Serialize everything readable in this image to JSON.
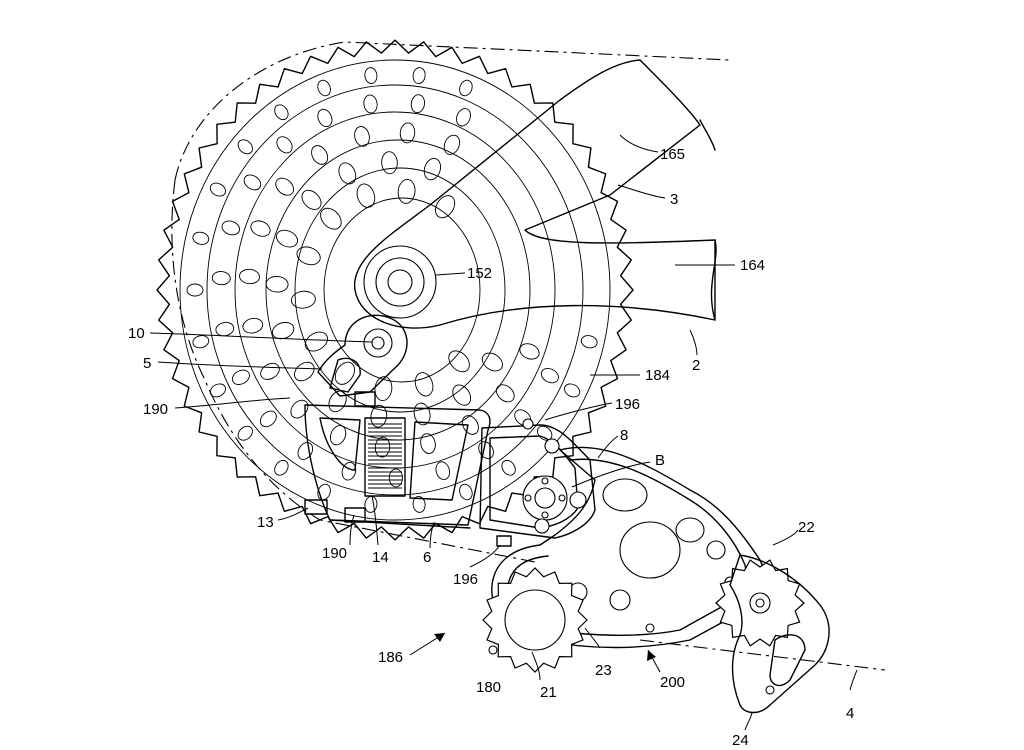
{
  "labels": [
    {
      "key": "l165",
      "text": "165"
    },
    {
      "key": "l3",
      "text": "3"
    },
    {
      "key": "l164",
      "text": "164"
    },
    {
      "key": "l152",
      "text": "152"
    },
    {
      "key": "l2",
      "text": "2"
    },
    {
      "key": "l10",
      "text": "10"
    },
    {
      "key": "l5",
      "text": "5"
    },
    {
      "key": "l184",
      "text": "184"
    },
    {
      "key": "l190a",
      "text": "190"
    },
    {
      "key": "l196a",
      "text": "196"
    },
    {
      "key": "l8",
      "text": "8"
    },
    {
      "key": "lB",
      "text": "B"
    },
    {
      "key": "l13",
      "text": "13"
    },
    {
      "key": "l190b",
      "text": "190"
    },
    {
      "key": "l14",
      "text": "14"
    },
    {
      "key": "l6",
      "text": "6"
    },
    {
      "key": "l196b",
      "text": "196"
    },
    {
      "key": "l22",
      "text": "22"
    },
    {
      "key": "l186",
      "text": "186"
    },
    {
      "key": "l180",
      "text": "180"
    },
    {
      "key": "l21",
      "text": "21"
    },
    {
      "key": "l23",
      "text": "23"
    },
    {
      "key": "l200",
      "text": "200"
    },
    {
      "key": "l4",
      "text": "4"
    },
    {
      "key": "l24",
      "text": "24"
    }
  ]
}
